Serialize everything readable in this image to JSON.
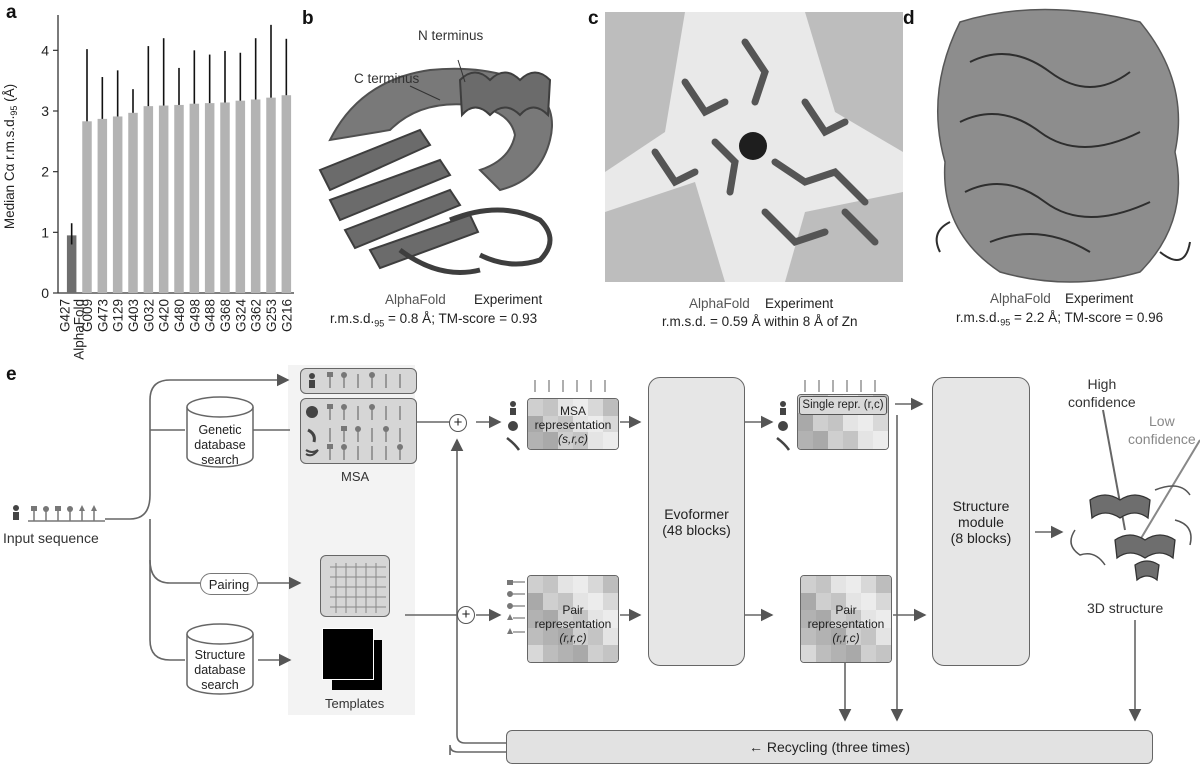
{
  "panels": {
    "a": "a",
    "b": "b",
    "c": "c",
    "d": "d",
    "e": "e"
  },
  "chart_data": {
    "type": "bar",
    "ylabel": "Median Cα r.m.s.d.95 (Å)",
    "ylim": [
      0,
      4.5
    ],
    "yticks": [
      0,
      1,
      2,
      3,
      4
    ],
    "categories": [
      "G427\nAlphaFold",
      "G009",
      "G473",
      "G129",
      "G403",
      "G032",
      "G420",
      "G480",
      "G498",
      "G488",
      "G368",
      "G324",
      "G362",
      "G253",
      "G216"
    ],
    "x_labels": [
      "G427",
      "AlphaFold",
      "G009",
      "G473",
      "G129",
      "G403",
      "G032",
      "G420",
      "G480",
      "G498",
      "G488",
      "G368",
      "G324",
      "G362",
      "G253",
      "G216"
    ],
    "values": [
      0.95,
      2.83,
      2.87,
      2.91,
      2.97,
      3.08,
      3.09,
      3.1,
      3.12,
      3.13,
      3.14,
      3.17,
      3.19,
      3.22,
      3.26
    ],
    "error_high": [
      1.15,
      4.02,
      3.56,
      3.67,
      3.36,
      4.07,
      4.2,
      3.71,
      4.0,
      3.93,
      3.99,
      3.96,
      4.2,
      4.42,
      4.19
    ],
    "error_low": [
      0.8,
      2.83,
      2.87,
      2.91,
      2.97,
      3.08,
      3.09,
      3.1,
      3.12,
      3.13,
      3.14,
      3.17,
      3.19,
      3.22,
      3.26
    ],
    "colors": {
      "alphafold": "#6e6e6e",
      "others": "#b3b3b3",
      "error": "#111111"
    }
  },
  "panel_b": {
    "n_terminus": "N terminus",
    "c_terminus": "C terminus",
    "legend_alphafold": "AlphaFold",
    "legend_experiment": "Experiment",
    "metric": "r.m.s.d.95 = 0.8 Å; TM-score = 0.93"
  },
  "panel_c": {
    "legend_alphafold": "AlphaFold",
    "legend_experiment": "Experiment",
    "metric": "r.m.s.d. = 0.59 Å within 8 Å of Zn"
  },
  "panel_d": {
    "legend_alphafold": "AlphaFold",
    "legend_experiment": "Experiment",
    "metric": "r.m.s.d.95 = 2.2 Å; TM-score = 0.96"
  },
  "panel_e": {
    "input_sequence": "Input sequence",
    "genetic_search": [
      "Genetic",
      "database",
      "search"
    ],
    "structure_search": [
      "Structure",
      "database",
      "search"
    ],
    "pairing": "Pairing",
    "msa": "MSA",
    "templates": "Templates",
    "msa_repr": [
      "MSA",
      "representation",
      "(s,r,c)"
    ],
    "pair_repr": [
      "Pair",
      "representation",
      "(r,r,c)"
    ],
    "evoformer": [
      "Evoformer",
      "(48 blocks)"
    ],
    "single_repr": "Single repr. (r,c)",
    "pair_repr_out": [
      "Pair",
      "representation",
      "(r,r,c)"
    ],
    "structure_module": [
      "Structure",
      "module",
      "(8 blocks)"
    ],
    "high_conf": [
      "High",
      "confidence"
    ],
    "low_conf": [
      "Low",
      "confidence"
    ],
    "structure_3d": "3D structure",
    "recycling": "← Recycling (three times)",
    "plus": "+"
  }
}
